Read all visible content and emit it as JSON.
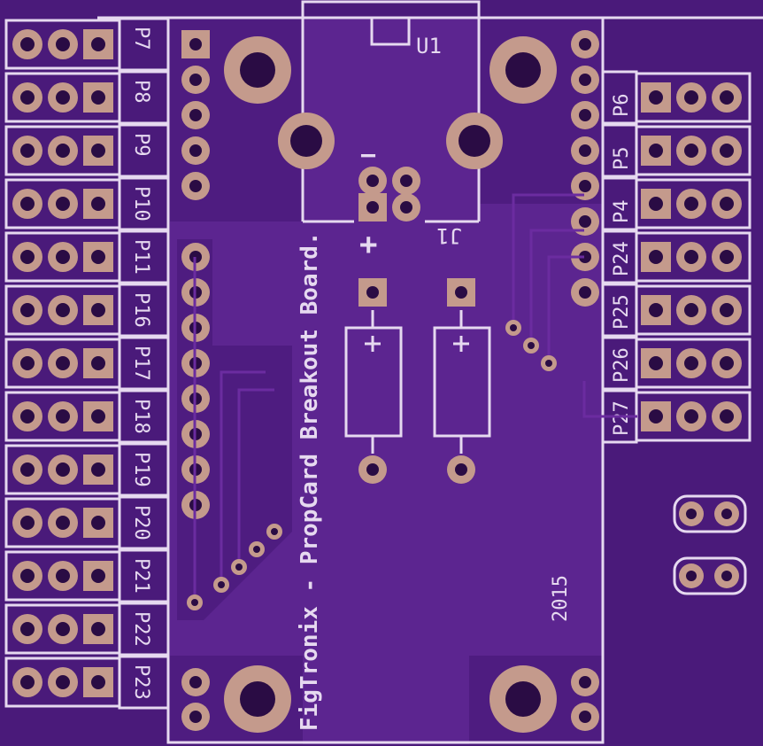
{
  "board_text": {
    "title": "FigTronix - PropCard Breakout Board.",
    "year": "2015",
    "u1": "U1",
    "j1": "J1",
    "minus": "−",
    "plus": "+"
  },
  "left_headers": [
    "P7",
    "P8",
    "P9",
    "P10",
    "P11",
    "P16",
    "P17",
    "P18",
    "P19",
    "P20",
    "P21",
    "P22",
    "P23"
  ],
  "right_headers": [
    "P6",
    "P5",
    "P4",
    "P24",
    "P25",
    "P26",
    "P27"
  ],
  "colors": {
    "board": "#4a1a7a",
    "copper_pour": "#5c2590",
    "silkscreen": "#e6d9f0",
    "pad": "#c49a8c",
    "hole": "#2a0c44"
  }
}
